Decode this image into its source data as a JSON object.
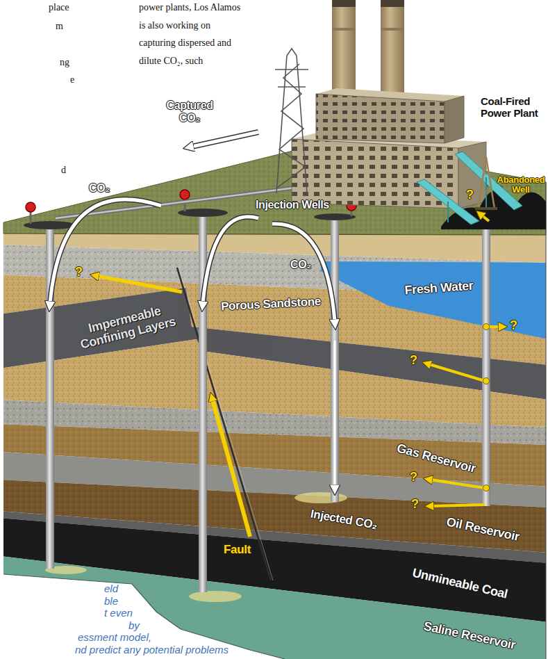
{
  "diagram": {
    "labels": [
      "place",
      "power plants, Los Alamos is also working on capturing dispersed and dilute CO₂, such",
      "m",
      "ng",
      "e",
      "Coal-Fired Power Plant",
      "Captured CO₂",
      "d",
      "CO₂",
      "Injection Wells",
      "?",
      "Abandoned Well",
      "CO₂",
      "?",
      "Fresh Water",
      "Porous Sandstone",
      "Impermeable Confining Layers",
      "?",
      "?",
      "Gas Reservoir",
      "?",
      "?",
      "Injected CO₂",
      "Oil Reservoir",
      "Fault",
      "Unmineable Coal",
      "eld",
      "ble",
      "t even",
      "by",
      "Saline Reservoir",
      "essment model,",
      "nd predict any potential problems"
    ]
  }
}
